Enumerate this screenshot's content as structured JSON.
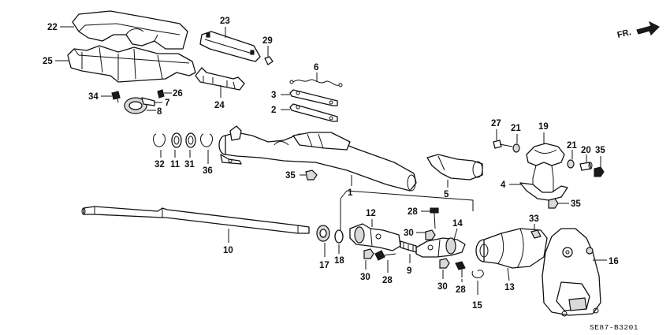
{
  "diagram": {
    "direction_label": "FR.",
    "drawing_code": "SE87-B3201",
    "callouts": [
      {
        "id": "22",
        "label": "22"
      },
      {
        "id": "25",
        "label": "25"
      },
      {
        "id": "23",
        "label": "23"
      },
      {
        "id": "29",
        "label": "29"
      },
      {
        "id": "24",
        "label": "24"
      },
      {
        "id": "6",
        "label": "6"
      },
      {
        "id": "3",
        "label": "3"
      },
      {
        "id": "2",
        "label": "2"
      },
      {
        "id": "34",
        "label": "34"
      },
      {
        "id": "26",
        "label": "26"
      },
      {
        "id": "7",
        "label": "7"
      },
      {
        "id": "8",
        "label": "8"
      },
      {
        "id": "32",
        "label": "32"
      },
      {
        "id": "11",
        "label": "11"
      },
      {
        "id": "31",
        "label": "31"
      },
      {
        "id": "36",
        "label": "36"
      },
      {
        "id": "35a",
        "label": "35"
      },
      {
        "id": "1",
        "label": "1"
      },
      {
        "id": "5",
        "label": "5"
      },
      {
        "id": "27",
        "label": "27"
      },
      {
        "id": "21a",
        "label": "21"
      },
      {
        "id": "19",
        "label": "19"
      },
      {
        "id": "21b",
        "label": "21"
      },
      {
        "id": "20",
        "label": "20"
      },
      {
        "id": "35b",
        "label": "35"
      },
      {
        "id": "4",
        "label": "4"
      },
      {
        "id": "35c",
        "label": "35"
      },
      {
        "id": "10",
        "label": "10"
      },
      {
        "id": "17",
        "label": "17"
      },
      {
        "id": "18",
        "label": "18"
      },
      {
        "id": "12",
        "label": "12"
      },
      {
        "id": "28a",
        "label": "28"
      },
      {
        "id": "30a",
        "label": "30"
      },
      {
        "id": "14",
        "label": "14"
      },
      {
        "id": "30b",
        "label": "30"
      },
      {
        "id": "28b",
        "label": "28"
      },
      {
        "id": "9",
        "label": "9"
      },
      {
        "id": "30c",
        "label": "30"
      },
      {
        "id": "28c",
        "label": "28"
      },
      {
        "id": "15",
        "label": "15"
      },
      {
        "id": "13",
        "label": "13"
      },
      {
        "id": "33",
        "label": "33"
      },
      {
        "id": "16",
        "label": "16"
      }
    ]
  }
}
